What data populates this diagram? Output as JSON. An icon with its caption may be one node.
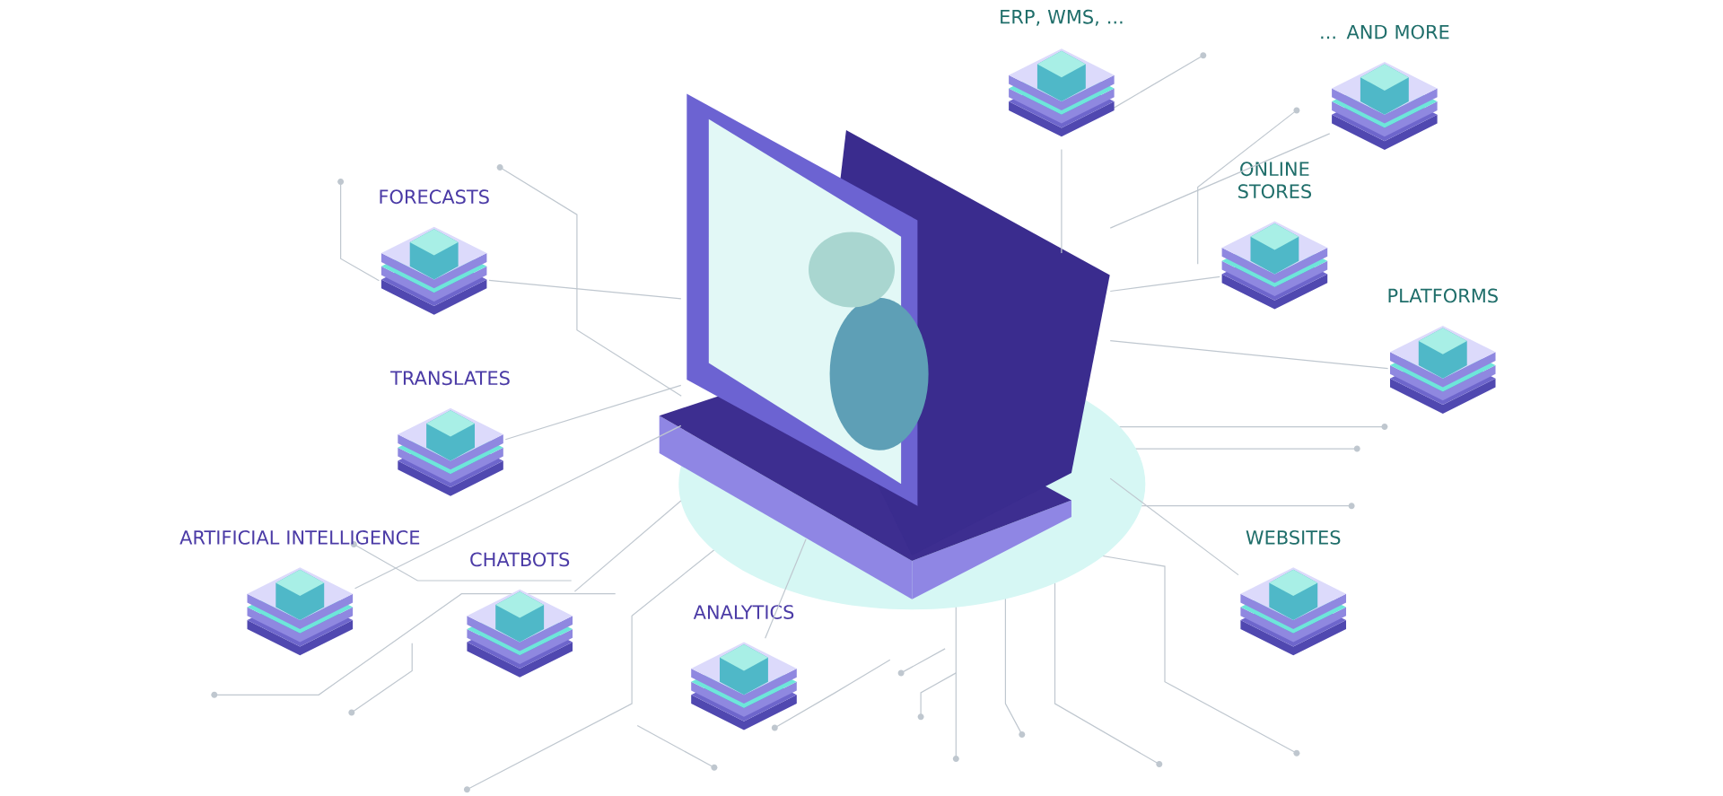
{
  "diagram": {
    "nodes": [
      {
        "text": [
          "FORECASTS"
        ]
      },
      {
        "text": [
          "TRANSLATES"
        ]
      },
      {
        "text": [
          "ARTIFICIAL INTELLIGENCE"
        ]
      },
      {
        "text": [
          "CHATBOTS"
        ]
      },
      {
        "text": [
          "ANALYTICS"
        ]
      },
      {
        "text": [
          "ERP, WMS, ..."
        ]
      },
      {
        "text": [
          "... AND MORE"
        ]
      },
      {
        "text": [
          "ONLINE STORES"
        ]
      },
      {
        "text": [
          "PLATFORMS"
        ]
      },
      {
        "text": [
          "WEBSITES"
        ]
      },
      {
        "text": [],
        "shape": "picture"
      }
    ],
    "edges": [
      {
        "from": 10,
        "to": 0,
        "arrow": "none"
      },
      {
        "from": 10,
        "to": 1,
        "arrow": "none"
      },
      {
        "from": 10,
        "to": 2,
        "arrow": "none"
      },
      {
        "from": 10,
        "to": 3,
        "arrow": "none"
      },
      {
        "from": 10,
        "to": 4,
        "arrow": "none"
      },
      {
        "from": 10,
        "to": 5,
        "arrow": "none"
      },
      {
        "from": 10,
        "to": 6,
        "arrow": "none"
      },
      {
        "from": 10,
        "to": 7,
        "arrow": "none"
      },
      {
        "from": 10,
        "to": 8,
        "arrow": "none"
      },
      {
        "from": 10,
        "to": 9,
        "arrow": "none"
      }
    ]
  }
}
